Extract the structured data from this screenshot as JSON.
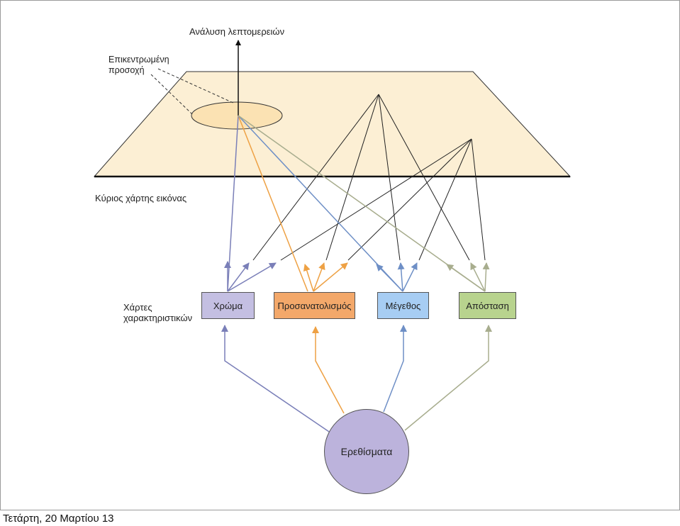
{
  "labels": {
    "detail_analysis": "Ανάλυση λεπτομερειών",
    "focused_attention": "Επικεντρωμένη\nπροσοχή",
    "master_map": "Κύριος χάρτης εικόνας",
    "feature_maps": "Χάρτες\nχαρακτηριστικών"
  },
  "feature_boxes": [
    {
      "label": "Χρώμα",
      "color": "#c4bfe2",
      "line_color": "#7a7fb8"
    },
    {
      "label": "Προσανατολισμός",
      "color": "#f3a86a",
      "line_color": "#eea144"
    },
    {
      "label": "Μέγεθος",
      "color": "#a7cdf3",
      "line_color": "#6e8fc6"
    },
    {
      "label": "Απόσταση",
      "color": "#b8d38e",
      "line_color": "#a8ad8e"
    }
  ],
  "stimulus": {
    "label": "Ερεθίσματα",
    "color": "#bcb3dc"
  },
  "plane_color": "#fcefd4",
  "footer": {
    "date": "Τετάρτη, 20 Μαρτίου 13"
  }
}
